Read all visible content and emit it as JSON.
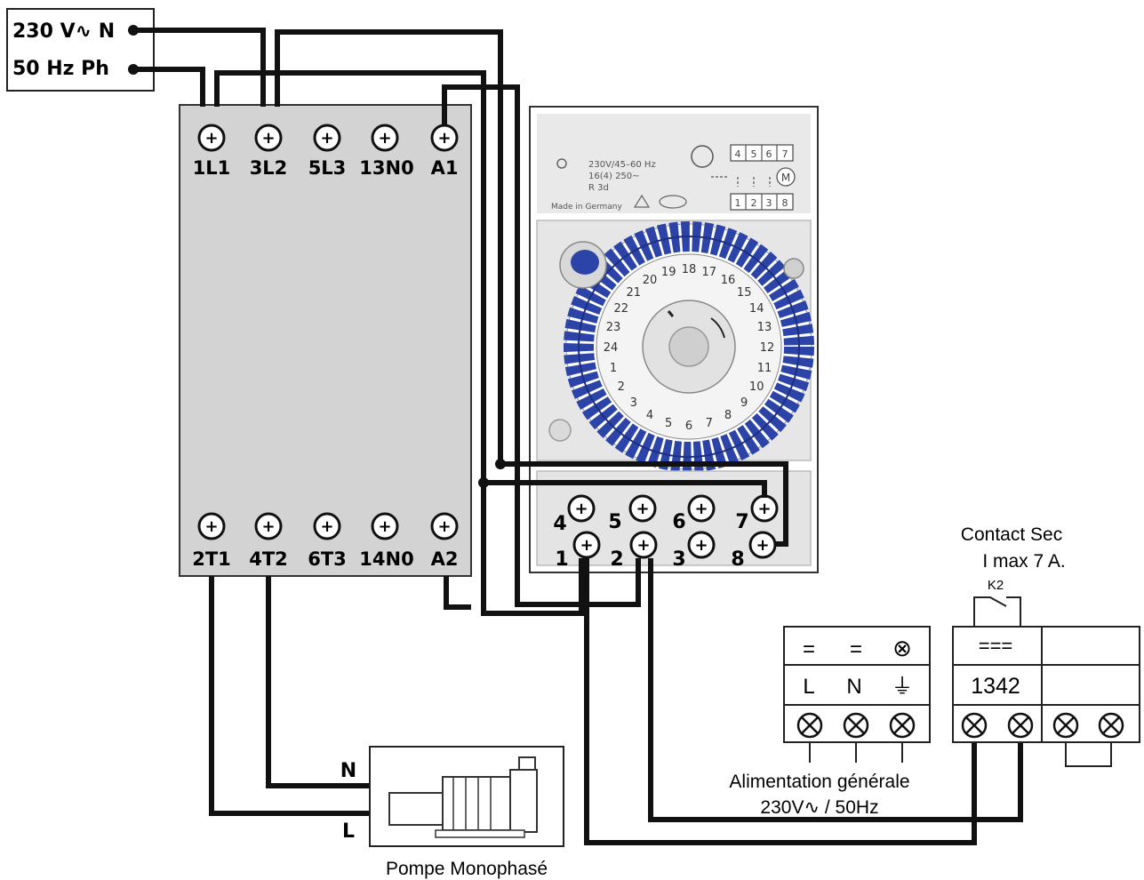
{
  "supply": {
    "line1": "230 V∿ N",
    "line2": "50 Hz  Ph"
  },
  "contactor": {
    "top_terminals": [
      "1L1",
      "3L2",
      "5L3",
      "13N0",
      "A1"
    ],
    "bottom_terminals": [
      "2T1",
      "4T2",
      "6T3",
      "14N0",
      "A2"
    ]
  },
  "timer": {
    "spec_line1": "230V/45–60 Hz",
    "spec_line2": "16(4) 250~",
    "spec_line3": "R 3d",
    "made_in": "Made in Germany",
    "top_relay_numbers": [
      "4",
      "5",
      "6",
      "7"
    ],
    "bottom_relay_numbers": [
      "1",
      "2",
      "3",
      "8"
    ],
    "motor_symbol": "M",
    "dial_hours": [
      "1",
      "2",
      "3",
      "4",
      "5",
      "6",
      "7",
      "8",
      "9",
      "10",
      "11",
      "12",
      "13",
      "14",
      "15",
      "16",
      "17",
      "18",
      "19",
      "20",
      "21",
      "22",
      "23",
      "24"
    ],
    "terminal_top_labels": [
      "4",
      "5",
      "6",
      "7"
    ],
    "terminal_bottom_labels": [
      "1",
      "2",
      "3",
      "8"
    ]
  },
  "pump": {
    "label_n": "N",
    "label_l": "L",
    "caption": "Pompe Monophasé"
  },
  "power_block": {
    "row1": [
      "=",
      "=",
      "⊗"
    ],
    "row2": [
      "L",
      "N",
      "⏚"
    ],
    "caption_line1": "Alimentation générale",
    "caption_line2": "230V∿ / 50Hz"
  },
  "relay_block": {
    "title_line1": "Contact Sec",
    "title_line2": "I max 7 A.",
    "relay_name": "K2",
    "dc_symbol": "===",
    "code": "1342"
  },
  "colors": {
    "wire": "#111111",
    "contactor_body": "#d3d3d3",
    "dial_blue": "#2c44a8",
    "panel_bg": "#ececec"
  }
}
